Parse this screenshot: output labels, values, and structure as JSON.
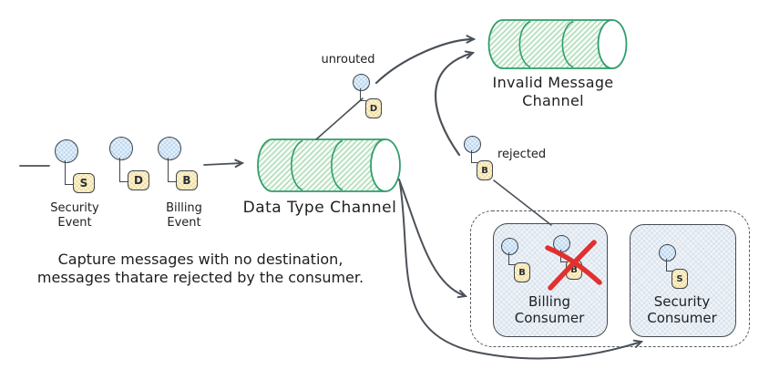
{
  "colors": {
    "channel_stroke": "#2f9e6b",
    "channel_hatch": "#a4d8af",
    "message_circle_fill": "#e3f0fb",
    "message_square_fill": "#fdf4cf",
    "shape_stroke": "#3f464d",
    "arrow_stroke": "#4b5158",
    "reject_x": "#e03131",
    "consumer_box_fill": "#eef3f8",
    "text": "#202124"
  },
  "producers": {
    "items": [
      {
        "letter": "S",
        "label": "Security\nEvent"
      },
      {
        "letter": "D",
        "label": ""
      },
      {
        "letter": "B",
        "label": "Billing\nEvent"
      }
    ]
  },
  "channels": {
    "data_type": {
      "label": "Data Type Channel"
    },
    "invalid_message": {
      "label": "Invalid Message\nChannel"
    }
  },
  "flows": {
    "unrouted": {
      "label": "unrouted",
      "letter": "D"
    },
    "rejected": {
      "label": "rejected",
      "letter": "B"
    }
  },
  "consumers": {
    "billing": {
      "label": "Billing\nConsumer",
      "message_letters": [
        "B",
        "B"
      ],
      "rejected_message_crossed_out": true
    },
    "security": {
      "label": "Security\nConsumer",
      "message_letter": "S"
    }
  },
  "caption": {
    "line1": "Capture messages with no destination,",
    "line2": "messages thatare rejected by the consumer."
  }
}
